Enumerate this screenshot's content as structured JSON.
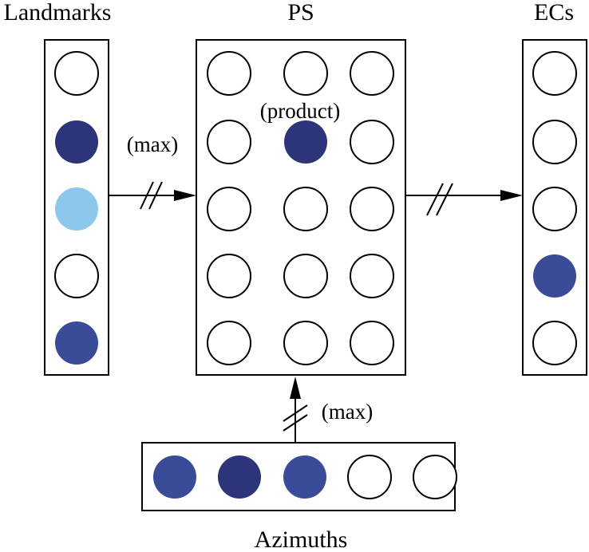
{
  "labels": {
    "landmarks": "Landmarks",
    "ps": "PS",
    "ecs": "ECs",
    "azimuths": "Azimuths",
    "max_left": "(max)",
    "max_bottom": "(max)",
    "product": "(product)"
  },
  "colors": {
    "empty": "#ffffff",
    "dark_navy": "#2e3479",
    "medium_blue": "#3a4b98",
    "light_blue": "#8ec7ec",
    "stroke": "#000000"
  },
  "layers": {
    "landmarks": [
      "empty",
      "dark_navy",
      "light_blue",
      "empty",
      "medium_blue"
    ],
    "ecs": [
      "empty",
      "empty",
      "empty",
      "medium_blue",
      "empty"
    ],
    "azimuths": [
      "medium_blue",
      "dark_navy",
      "medium_blue",
      "empty",
      "empty"
    ],
    "ps": [
      [
        "empty",
        "empty",
        "empty"
      ],
      [
        "empty",
        "dark_navy",
        "empty"
      ],
      [
        "empty",
        "empty",
        "empty"
      ],
      [
        "empty",
        "empty",
        "empty"
      ],
      [
        "empty",
        "empty",
        "empty"
      ]
    ]
  }
}
